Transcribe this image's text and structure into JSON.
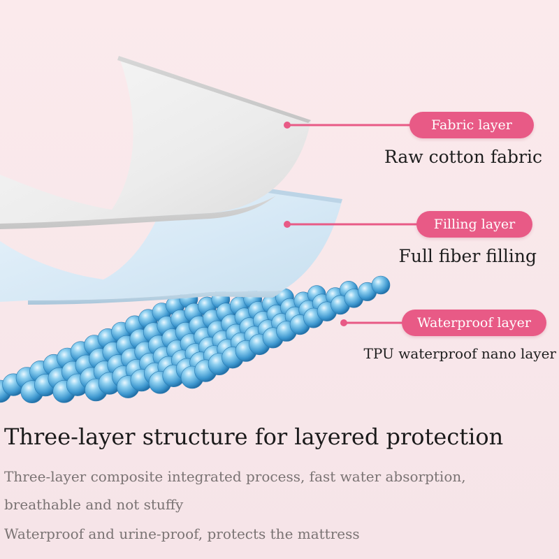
{
  "layers": [
    {
      "label": "Fabric layer",
      "description": "Raw cotton fabric"
    },
    {
      "label": "Filling layer",
      "description": "Full fiber filling"
    },
    {
      "label": "Waterproof layer",
      "description": "TPU waterproof nano layer"
    }
  ],
  "headline": "Three-layer structure for layered protection",
  "body": {
    "line1": "Three-layer composite integrated process, fast water absorption,",
    "line2": "breathable and not stuffy",
    "line3": "Waterproof and urine-proof, protects the mattress"
  },
  "colors": {
    "accent": "#e85a86",
    "background": "#fbeaec",
    "bead_blue": "#4aa6d8"
  }
}
